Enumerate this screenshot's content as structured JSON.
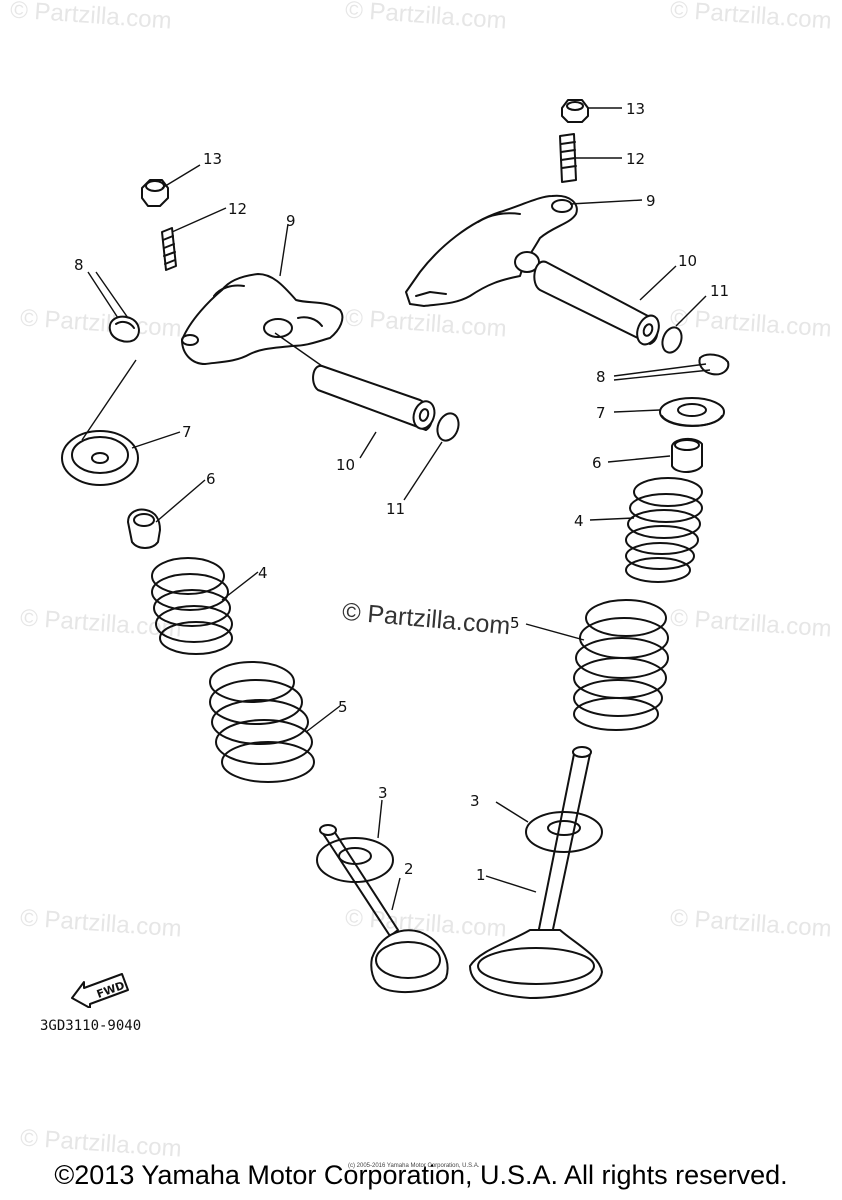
{
  "watermarks": [
    "© Partzilla.com",
    "© Partzilla.com",
    "© Partzilla.com",
    "© Partzilla.com",
    "© Partzilla.com",
    "© Partzilla.com",
    "© Partzilla.com",
    "© Partzilla.com",
    "© Partzilla.com",
    "© Partzilla.com",
    "© Partzilla.com",
    "© Partzilla.com"
  ],
  "center_watermark": "© Partzilla.com",
  "callouts": {
    "c1": "1",
    "c2": "2",
    "c3a": "3",
    "c3b": "3",
    "c4a": "4",
    "c4b": "4",
    "c5a": "5",
    "c5b": "5",
    "c6a": "6",
    "c6b": "6",
    "c7a": "7",
    "c7b": "7",
    "c8a": "8",
    "c8b": "8",
    "c9a": "9",
    "c9b": "9",
    "c10a": "10",
    "c10b": "10",
    "c11a": "11",
    "c11b": "11",
    "c12a": "12",
    "c12b": "12",
    "c13a": "13",
    "c13b": "13"
  },
  "fwd_label": "FWD",
  "part_code": "3GD3110-9040",
  "fine_print": "(c) 2005-2016 Yamaha Motor Corporation, U.S.A.",
  "copyright": "©2013 Yamaha Motor Corporation, U.S.A. All rights reserved."
}
